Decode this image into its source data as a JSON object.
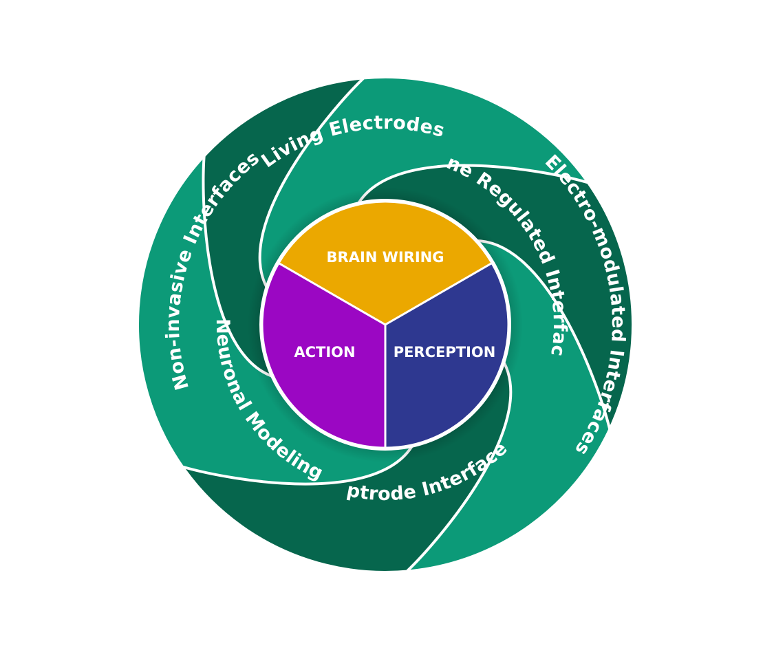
{
  "colors": {
    "petal_light": "#0c9a78",
    "petal_dark": "#06664d",
    "brain_wiring": "#eba800",
    "action": "#9b07c3",
    "perception": "#2e3890",
    "separator": "#ffffff"
  },
  "petals": [
    {
      "label": "Gene Regulated Interfaces"
    },
    {
      "label": "Electro-modulated Interfaces"
    },
    {
      "label": "Optrode Interfaces"
    },
    {
      "label": "Neuronal Modeling"
    },
    {
      "label": "Non-invasive Interfaces"
    },
    {
      "label": "Living Electrodes"
    }
  ],
  "core": {
    "top": "BRAIN WIRING",
    "left": "ACTION",
    "right": "PERCEPTION"
  }
}
